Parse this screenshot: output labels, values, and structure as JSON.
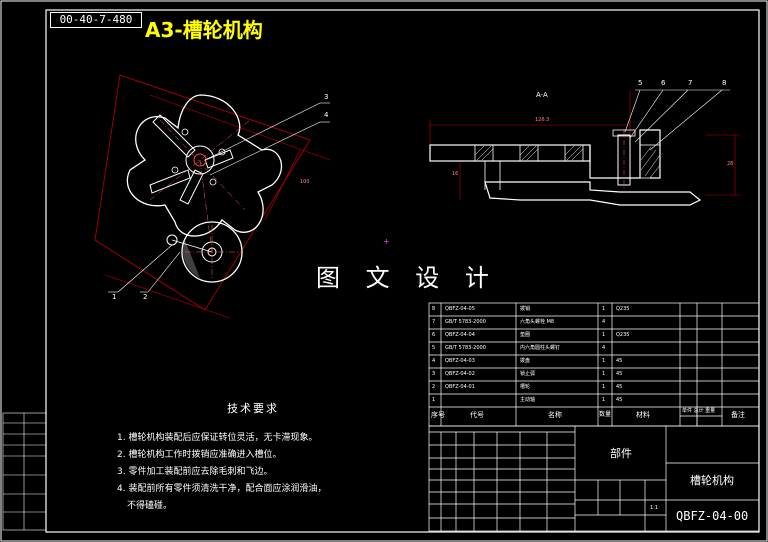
{
  "drawing": {
    "code_box": "00-40-7-480",
    "sheet_title": "A3-槽轮机构",
    "watermark": "图 文 设 计"
  },
  "section_label": "A-A",
  "dimensions": {
    "section_width": "126.3",
    "section_height_right": "28",
    "section_height_left": "16",
    "geneva_center_distance": "100"
  },
  "balloons": {
    "left_view": [
      "1",
      "2",
      "3",
      "4"
    ],
    "section_view": [
      "5",
      "6",
      "7",
      "8"
    ]
  },
  "technical_requirements": {
    "title": "技术要求",
    "items": [
      "1. 槽轮机构装配后应保证转位灵活，无卡滞现象。",
      "2. 槽轮机构工作时拨销应准确进入槽位。",
      "3. 零件加工装配前应去除毛刺和飞边。",
      "4. 装配前所有零件须清洗干净，配合面应涂润滑油，",
      "不得磕碰。"
    ]
  },
  "bom": {
    "rows": [
      {
        "no": "8",
        "code": "QBFZ-04-05",
        "name": "拨销",
        "qty": "1",
        "material": "Q235"
      },
      {
        "no": "7",
        "code": "GB/T 5783-2000",
        "name": "六角头螺栓 M8",
        "qty": "4",
        "material": ""
      },
      {
        "no": "6",
        "code": "QBFZ-04-04",
        "name": "垫圈",
        "qty": "1",
        "material": "Q235"
      },
      {
        "no": "5",
        "code": "GB/T 5783-2000",
        "name": "内六角圆柱头螺钉",
        "qty": "4",
        "material": ""
      },
      {
        "no": "4",
        "code": "QBFZ-04-03",
        "name": "拨盘",
        "qty": "1",
        "material": "45"
      },
      {
        "no": "3",
        "code": "QBFZ-04-02",
        "name": "锁止弧",
        "qty": "1",
        "material": "45"
      },
      {
        "no": "2",
        "code": "QBFZ-04-01",
        "name": "槽轮",
        "qty": "1",
        "material": "45"
      },
      {
        "no": "1",
        "code": "",
        "name": "主动轴",
        "qty": "1",
        "material": "45"
      }
    ],
    "header": {
      "no": "序号",
      "code": "代号",
      "name": "名称",
      "qty": "数量",
      "material": "材料",
      "weight": "单件 总计 重量",
      "remark": "备注"
    }
  },
  "title_block": {
    "part_type": "部件",
    "assembly_name": "槽轮机构",
    "drawing_number": "QBFZ-04-00",
    "scale": "1:1"
  }
}
